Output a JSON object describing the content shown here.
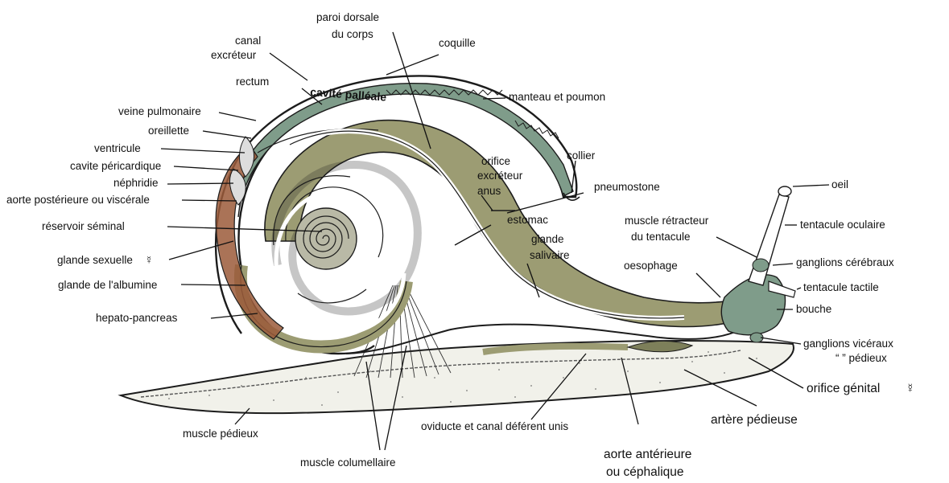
{
  "colors": {
    "tissue": "#9c9c73",
    "tissue_dark": "#7d7f5a",
    "mantle_green": "#7f9c8a",
    "gland_red": "#9b5a3a",
    "foot": "#f2f2ec",
    "ink": "#1c1c1c"
  },
  "labels": {
    "paroi_dorsale_1": "paroi dorsale",
    "paroi_dorsale_2": "du corps",
    "coquille": "coquille",
    "canal_excreteur_1": "canal",
    "canal_excreteur_2": "excréteur",
    "rectum": "rectum",
    "cavite_palleale": "cavité palléale",
    "manteau_poumon": "manteau et poumon",
    "veine_pulmonaire": "veine pulmonaire",
    "oreillette": "oreillette",
    "ventricule": "ventricule",
    "cavite_pericardique": "cavite péricardique",
    "nephridie": "néphridie",
    "aorte_posterieure": "aorte postérieure ou viscérale",
    "reservoir_seminal": "réservoir séminal",
    "glande_sexuelle": "glande sexuelle",
    "glande_albumine": "glande de l'albumine",
    "hepato_pancreas": "hepato-pancreas",
    "collier": "collier",
    "orifice_excreteur_1": "orifice",
    "orifice_excreteur_2": "excréteur",
    "anus": "anus",
    "pneumostone": "pneumostone",
    "oeil": "oeil",
    "estomac": "estomac",
    "glande_salivaire_1": "glande",
    "glande_salivaire_2": "salivaire",
    "muscle_retracteur_1": "muscle rétracteur",
    "muscle_retracteur_2": "du tentacule",
    "tentacule_oculaire": "tentacule oculaire",
    "ganglions_cerebraux": "ganglions cérébraux",
    "oesophage": "oesophage",
    "tentacule_tactile": "tentacule tactile",
    "bouche": "bouche",
    "ganglions_visceraux": "ganglions vicéraux",
    "pedieux_ditto": "“  ”    pédieux",
    "orifice_genital": "orifice génital",
    "artere_pedieuse": "artère pédieuse",
    "oviducte": "oviducte et canal déférent unis",
    "muscle_pedieux": "muscle pédieux",
    "muscle_columellaire": "muscle columellaire",
    "aorte_anterieure_1": "aorte antérieure",
    "aorte_anterieure_2": "ou céphalique",
    "hermaphrodite_symbol": "☿"
  }
}
